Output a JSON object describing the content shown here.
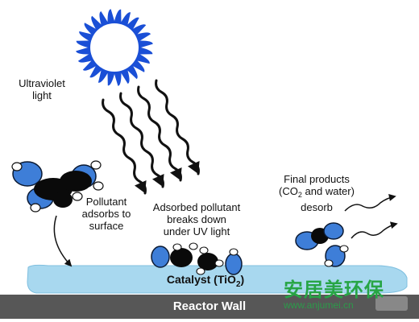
{
  "labels": {
    "ultraviolet": [
      "Ultraviolet",
      "light"
    ],
    "pollutant": [
      "Pollutant",
      "adsorbs to",
      "surface"
    ],
    "adsorbed": [
      "Adsorbed pollutant",
      "breaks down",
      "under UV light"
    ],
    "final": {
      "line1": "Final products",
      "line2_pre": "(CO",
      "line2_sub": "2",
      "line2_post": " and water)",
      "line3": "desorb"
    },
    "catalyst": {
      "pre": "Catalyst (TiO",
      "sub": "2",
      "post": ")"
    },
    "reactor_wall": "Reactor Wall"
  },
  "watermark": {
    "chinese": "安居美环保",
    "url": "www.anjumei.cn"
  },
  "colors": {
    "sun": "#1a4fd6",
    "catalyst": "#a8d8ef",
    "reactor_wall": "#575757",
    "molecule_blue": "#3e7ed8",
    "molecule_black": "#0a0a0a",
    "watermark": "#27a545"
  }
}
